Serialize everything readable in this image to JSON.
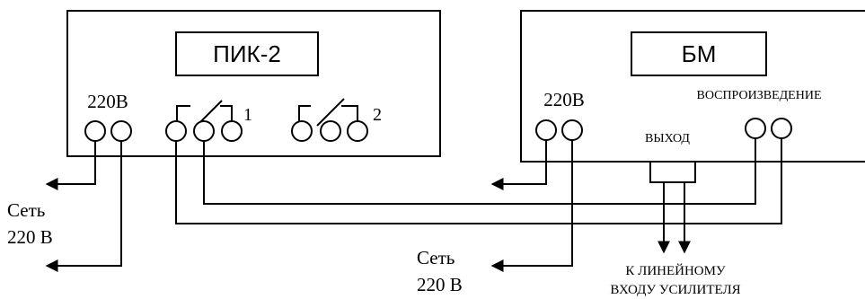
{
  "left_unit": {
    "name": "ПИК-2",
    "power_label": "220В",
    "relay1_label": "1",
    "relay2_label": "2"
  },
  "right_unit": {
    "name": "БМ",
    "power_label": "220В",
    "playback_label": "ВОСПРОИЗВЕДЕНИЕ",
    "output_label": "ВЫХОД"
  },
  "mains_left": {
    "line1": "Сеть",
    "line2": "220 В"
  },
  "mains_right": {
    "line1": "Сеть",
    "line2": "220 В"
  },
  "amplifier": {
    "line1": "К ЛИНЕЙНОМУ",
    "line2": "ВХОДУ УСИЛИТЕЛЯ"
  },
  "colors": {
    "stroke": "#000000",
    "background": "#ffffff"
  }
}
